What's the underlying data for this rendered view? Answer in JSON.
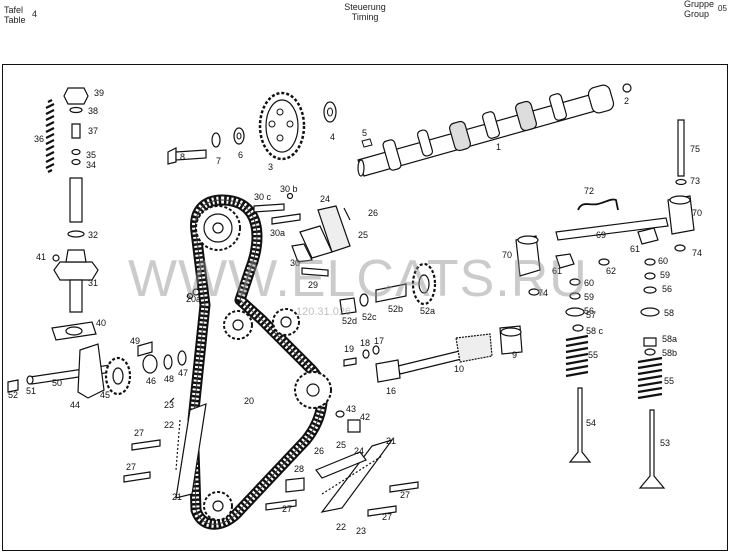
{
  "header": {
    "tafel_de": "Tafel",
    "tafel_en": "Table",
    "tafel_no": "4",
    "title_de": "Steuerung",
    "title_en": "Timing",
    "gruppe_de": "Gruppe",
    "gruppe_en": "Group",
    "gruppe_no": "05"
  },
  "watermark": {
    "site": "WWW.ELCATS.RU",
    "code": "120.31.026"
  },
  "part_numbers": [
    "1",
    "2",
    "3",
    "4",
    "5",
    "6",
    "7",
    "8",
    "9",
    "10",
    "16",
    "17",
    "18",
    "19",
    "20",
    "20a",
    "21",
    "22",
    "23",
    "24",
    "25",
    "26",
    "27",
    "28",
    "29",
    "30",
    "30a",
    "30b",
    "31",
    "32",
    "34",
    "35",
    "36",
    "37",
    "38",
    "39",
    "40",
    "41",
    "42",
    "43",
    "44",
    "45",
    "46",
    "47",
    "48",
    "49",
    "50",
    "51",
    "52",
    "52a",
    "52b",
    "52c",
    "52d",
    "53",
    "54",
    "55",
    "56",
    "57",
    "58",
    "58a",
    "58b",
    "58c",
    "59",
    "60",
    "61",
    "62",
    "69",
    "70",
    "72",
    "73",
    "74",
    "75"
  ]
}
